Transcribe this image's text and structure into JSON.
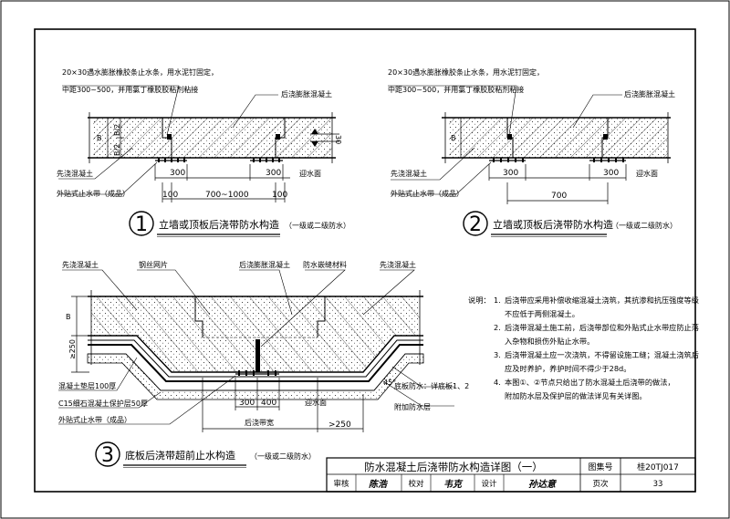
{
  "colors": {
    "line": "#000000",
    "paper": "#ffffff"
  },
  "detail1": {
    "number": "1",
    "title": "立墙或顶板后浇带防水构造",
    "grade": "（一级或二级防水）",
    "callout_line1": "20×30遇水膨胀橡胶条止水条，用水泥钉固定，",
    "callout_line2": "中距300~500，并用氯丁橡胶胶粘剂粘接",
    "post_concrete": "后浇膨胀混凝土",
    "first_concrete": "先浇混凝土",
    "external_stop": "外贴式止水带（成品）",
    "surface": "迎水面",
    "dim_b": "B",
    "dim_b2a": "B/2",
    "dim_b2b": "B/2",
    "dim_30": "30",
    "dim_300a": "300",
    "dim_300b": "300",
    "dim_100a": "100",
    "dim_mid": "700~1000",
    "dim_100b": "100"
  },
  "detail2": {
    "number": "2",
    "title": "立墙或顶板后浇带防水构造",
    "grade": "（一级或二级防水）",
    "callout_line1": "20×30遇水膨胀橡胶条止水条，用水泥钉固定，",
    "callout_line2": "中距300~500，并用氯丁橡胶胶粘剂粘接",
    "post_concrete": "后浇膨胀混凝土",
    "first_concrete": "先浇混凝土",
    "external_stop": "外贴式止水带（成品）",
    "surface": "迎水面",
    "dim_b": "B",
    "dim_300a": "300",
    "dim_300b": "300",
    "dim_700": "700"
  },
  "detail3": {
    "number": "3",
    "title": "底板后浇带超前止水构造",
    "grade": "（一级或二级防水）",
    "first_concrete": "先浇混凝土",
    "mesh": "钢丝网片",
    "post_concrete": "后浇膨胀混凝土",
    "waterproof_seal": "防水嵌缝材料",
    "first_concrete_r": "先浇混凝土",
    "cushion": "混凝土垫层100厚",
    "protect": "C15细石混凝土保护层50厚",
    "external_stop": "外贴式止水带（成品）",
    "base_waterproof": "底板防水：详底板1、2",
    "add_waterproof": "附加防水层",
    "surface": "迎水面",
    "width_label": "后浇带宽",
    "dim_b": "B",
    "dim_250v": "≥250",
    "dim_300": "300",
    "dim_400": "400",
    "dim_250h": ">250",
    "angle": "45°"
  },
  "notes": {
    "label": "说明：",
    "items": [
      {
        "num": "1.",
        "lines": [
          "后浇带应采用补偿收缩混凝土浇筑，其抗渗和抗压强度等级",
          "不应低于两侧混凝土。"
        ]
      },
      {
        "num": "2.",
        "lines": [
          "后浇带混凝土施工前，后浇带部位和外贴式止水带应防止落",
          "入杂物和损伤外贴止水带。"
        ]
      },
      {
        "num": "3.",
        "lines": [
          "后浇带混凝土应一次浇筑，不得留设施工缝；混凝土浇筑后",
          "应及时养护，养护时间不得少于28d。"
        ]
      },
      {
        "num": "4.",
        "lines": [
          "本图①、②节点只给出了防水混凝土后浇带的做法，",
          "附加防水层及保护层的做法详见有关详图。"
        ]
      }
    ]
  },
  "titleblock": {
    "title": "防水混凝土后浇带防水构造详图（一）",
    "atlas_label": "图集号",
    "atlas_no": "桂20TJ017",
    "review_label": "审核",
    "check_label": "校对",
    "design_label": "设计",
    "page_label": "页次",
    "page_no": "33",
    "sig_review": "陈浩",
    "sig_check": "韦克",
    "sig_design": "孙达意"
  }
}
